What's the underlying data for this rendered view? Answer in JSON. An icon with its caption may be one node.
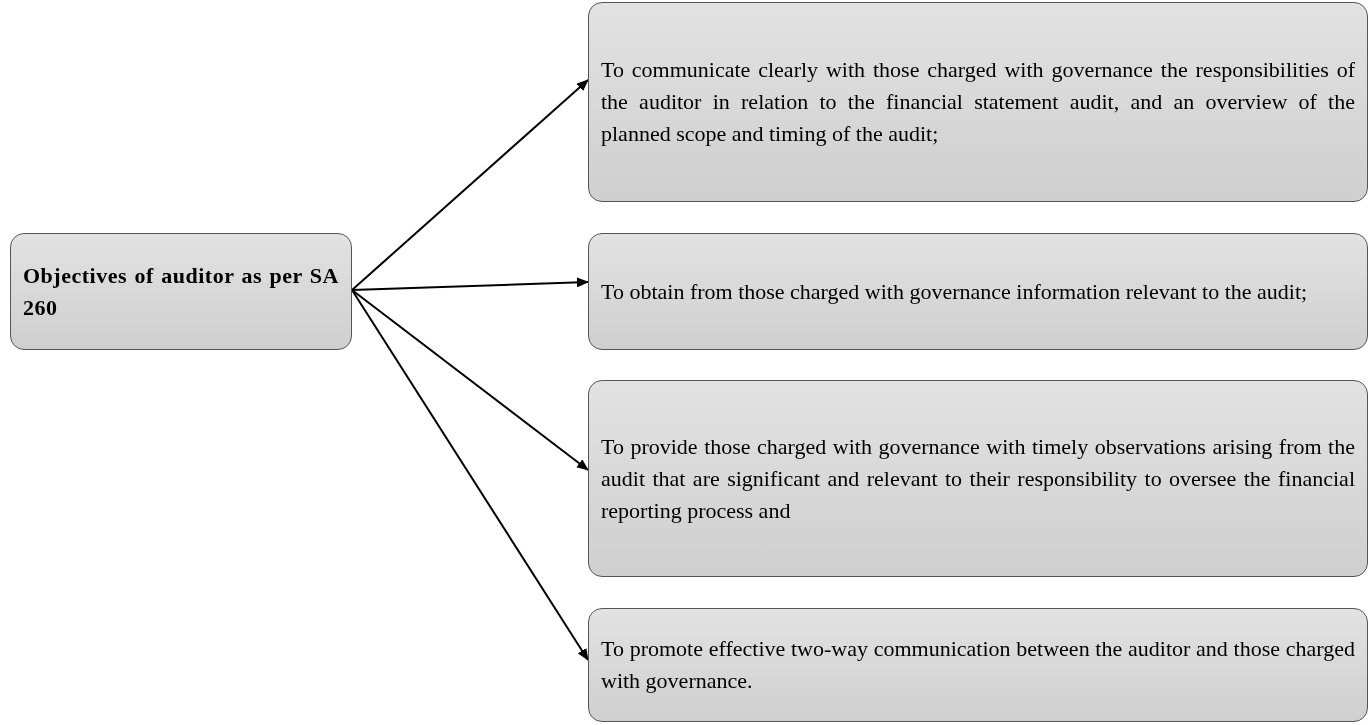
{
  "diagram": {
    "nodes": [
      {
        "text": [
          "Objectives of auditor as per SA 260"
        ]
      },
      {
        "text": [
          "To communicate clearly with those charged with governance the responsibilities of the auditor in relation to the financial statement audit, and an overview of the planned scope and timing of the audit;"
        ]
      },
      {
        "text": [
          "To obtain from those charged with governance information relevant to the audit;"
        ]
      },
      {
        "text": [
          "To provide those charged with governance with timely observations arising from the audit that are significant and relevant to their responsibility to oversee the financial reporting process and"
        ]
      },
      {
        "text": [
          "To promote effective two-way communication between the auditor and those charged with governance."
        ]
      }
    ],
    "edges": [
      {
        "from": 0,
        "to": 1,
        "arrow": "to"
      },
      {
        "from": 0,
        "to": 2,
        "arrow": "to"
      },
      {
        "from": 0,
        "to": 3,
        "arrow": "to"
      },
      {
        "from": 0,
        "to": 4,
        "arrow": "to"
      }
    ]
  }
}
